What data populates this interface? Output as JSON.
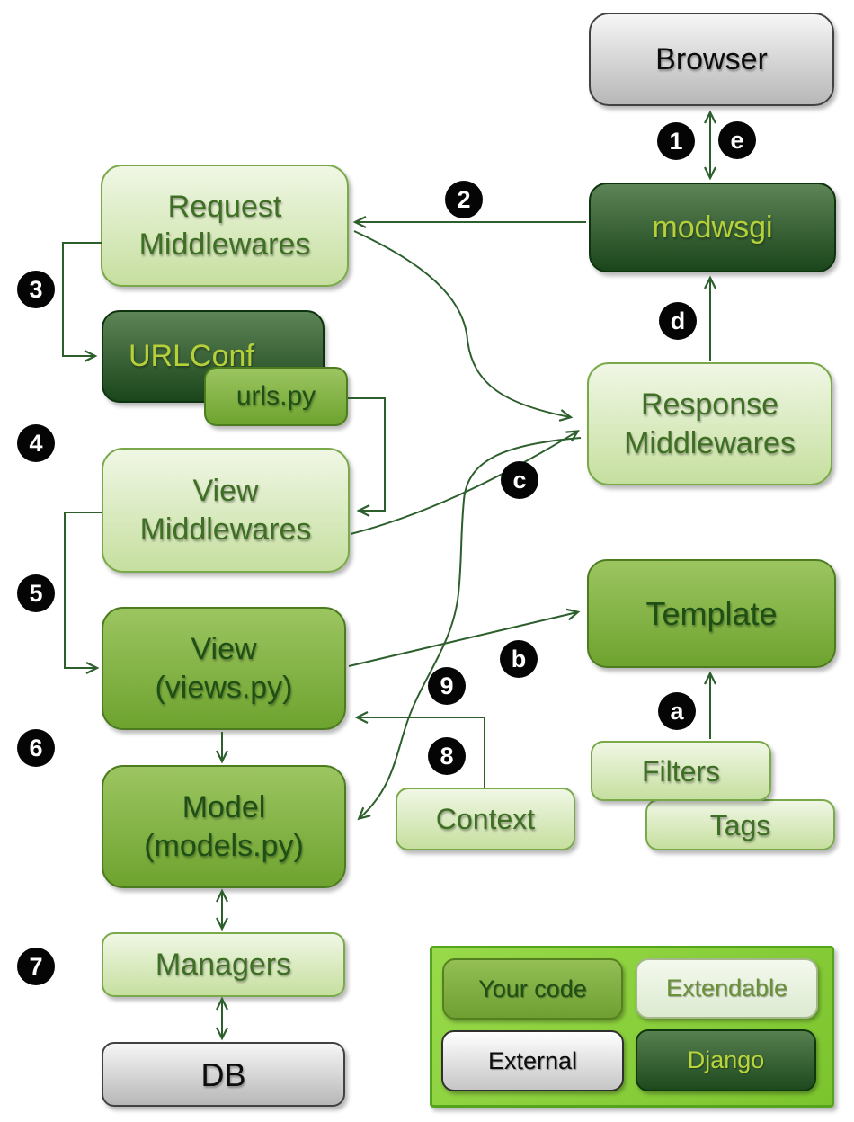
{
  "nodes": {
    "browser": "Browser",
    "modwsgi": "modwsgi",
    "request_middlewares": "Request Middlewares",
    "urlconf": "URLConf",
    "urls_py": "urls.py",
    "view_middlewares": "View Middlewares",
    "view": "View",
    "view_sub": "(views.py)",
    "model": "Model",
    "model_sub": "(models.py)",
    "managers": "Managers",
    "db": "DB",
    "response_middlewares": "Response Middlewares",
    "template": "Template",
    "filters": "Filters",
    "tags": "Tags",
    "context": "Context"
  },
  "badges": {
    "n1": "1",
    "n2": "2",
    "n3": "3",
    "n4": "4",
    "n5": "5",
    "n6": "6",
    "n7": "7",
    "n8": "8",
    "n9": "9",
    "a": "a",
    "b": "b",
    "c": "c",
    "d": "d",
    "e": "e"
  },
  "legend": {
    "your_code": "Your code",
    "extendable": "Extendable",
    "external": "External",
    "django": "Django"
  },
  "palette": {
    "your_code_green": "#76a837",
    "extendable_light_green": "#e6f1d6",
    "external_gray": "#d9d9d9",
    "django_dark_green": "#2a5529",
    "legend_background": "#8ad138",
    "connector_green": "#2d5f2d",
    "badge_black": "#050505",
    "dark_box_text": "#b6d03a"
  }
}
